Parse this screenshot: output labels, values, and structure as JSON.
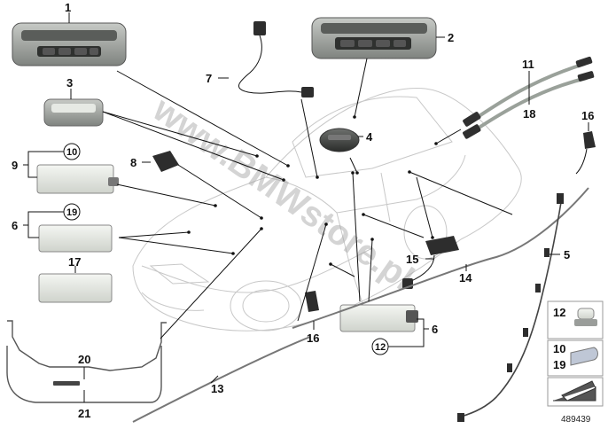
{
  "diagram": {
    "parts": [
      {
        "id": "p1",
        "label": "1"
      },
      {
        "id": "p2",
        "label": "2"
      },
      {
        "id": "p3",
        "label": "3"
      },
      {
        "id": "p4",
        "label": "4"
      },
      {
        "id": "p5",
        "label": "5"
      },
      {
        "id": "p6a",
        "label": "6"
      },
      {
        "id": "p6b",
        "label": "6"
      },
      {
        "id": "p7",
        "label": "7"
      },
      {
        "id": "p8",
        "label": "8"
      },
      {
        "id": "p9",
        "label": "9"
      },
      {
        "id": "p10",
        "label": "10"
      },
      {
        "id": "p11",
        "label": "11"
      },
      {
        "id": "p12",
        "label": "12"
      },
      {
        "id": "p13",
        "label": "13"
      },
      {
        "id": "p14",
        "label": "14"
      },
      {
        "id": "p15",
        "label": "15"
      },
      {
        "id": "p16a",
        "label": "16"
      },
      {
        "id": "p16b",
        "label": "16"
      },
      {
        "id": "p17",
        "label": "17"
      },
      {
        "id": "p18",
        "label": "18"
      },
      {
        "id": "p19",
        "label": "19"
      },
      {
        "id": "p20",
        "label": "20"
      },
      {
        "id": "p21",
        "label": "21"
      }
    ],
    "legend_box": {
      "bulb_a": "12",
      "bulb_b_top": "10",
      "bulb_b_bottom": "19"
    },
    "watermark": "www.BMWstore.pl",
    "catalog_number": "489439"
  },
  "colors": {
    "line": "#111111",
    "car_outline": "#c8c8c8",
    "part_grey": "#8c8f8c",
    "part_dark": "#3a3a3a",
    "lens": "#e8ece6"
  }
}
